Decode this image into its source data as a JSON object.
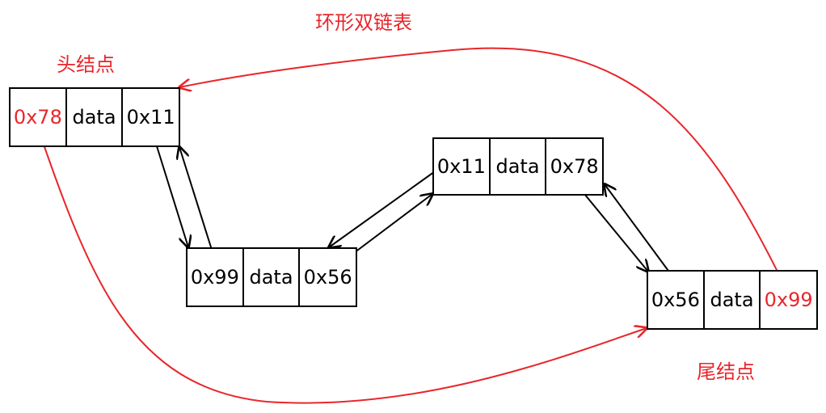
{
  "title": "环形双链表",
  "head_label": "头结点",
  "tail_label": "尾结点",
  "nodes": [
    {
      "prev": "0x78",
      "data": "data",
      "next": "0x11"
    },
    {
      "prev": "0x99",
      "data": "data",
      "next": "0x56"
    },
    {
      "prev": "0x11",
      "data": "data",
      "next": "0x78"
    },
    {
      "prev": "0x56",
      "data": "data",
      "next": "0x99"
    }
  ],
  "colors": {
    "accent": "#e8262b",
    "line": "#000000"
  }
}
